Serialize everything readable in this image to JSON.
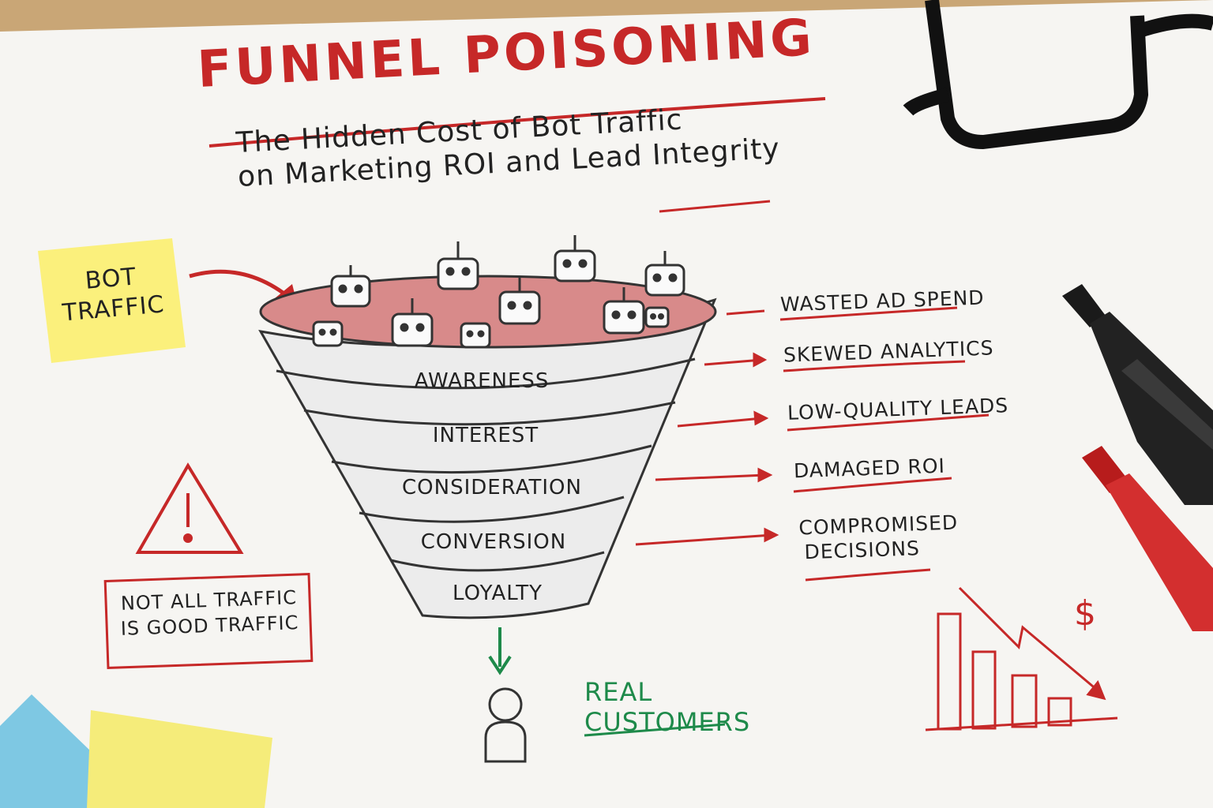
{
  "header": {
    "title": "FUNNEL POISONING",
    "subtitle_line1": "The Hidden Cost of Bot Traffic",
    "subtitle_line2": "on Marketing ROI and Lead Integrity"
  },
  "sticky_note": {
    "line1": "BOT",
    "line2": "TRAFFIC",
    "color": "#fbf07c"
  },
  "funnel": {
    "stages": [
      "AWARENESS",
      "INTEREST",
      "CONSIDERATION",
      "CONVERSION",
      "LOYALTY"
    ]
  },
  "effects": [
    {
      "text": "WASTED AD SPEND"
    },
    {
      "text": "SKEWED ANALYTICS"
    },
    {
      "text": "LOW-QUALITY LEADS"
    },
    {
      "text": "DAMAGED ROI"
    },
    {
      "line1": "COMPROMISED",
      "line2": "DECISIONS"
    }
  ],
  "warning": {
    "line1": "NOT ALL TRAFFIC",
    "line2": "IS GOOD TRAFFIC"
  },
  "outcome": {
    "line1": "REAL",
    "line2": "CUSTOMERS"
  },
  "chart_symbol": "$",
  "colors": {
    "accent_red": "#c62828",
    "outcome_green": "#1e8a4a",
    "paper": "#f6f5f2"
  }
}
